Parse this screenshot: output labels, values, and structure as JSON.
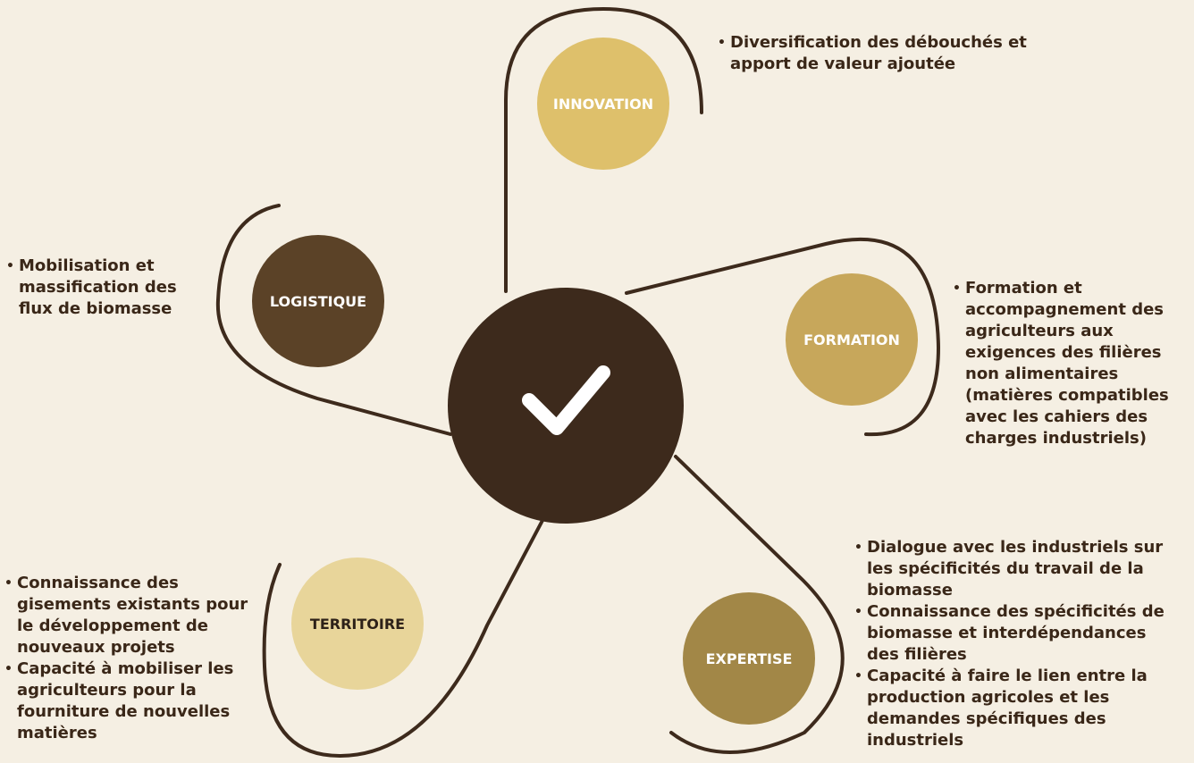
{
  "colors": {
    "background": "#f5efe3",
    "center_circle": "#3d2a1c",
    "line": "#3d2a1c",
    "innovation": "#dec06b",
    "logistique": "#5b4227",
    "formation": "#c7a75b",
    "territoire": "#e8d59a",
    "expertise": "#a28747",
    "text": "#3a2718"
  },
  "center": {
    "icon": "checkmark-icon"
  },
  "sections": {
    "innovation": {
      "label": "INNOVATION",
      "items": [
        "Diversification des débouchés et apport de valeur ajoutée"
      ]
    },
    "logistique": {
      "label": "LOGISTIQUE",
      "items": [
        "Mobilisation et massification des flux de biomasse"
      ]
    },
    "formation": {
      "label": "FORMATION",
      "items": [
        "Formation et accompagnement des agriculteurs aux exigences des filières non alimentaires (matières compatibles avec les cahiers des charges industriels)"
      ]
    },
    "territoire": {
      "label": "TERRITOIRE",
      "items": [
        "Connaissance des gisements existants pour le développement de nouveaux projets",
        "Capacité à mobiliser les agriculteurs pour la fourniture de nouvelles matières"
      ]
    },
    "expertise": {
      "label": "EXPERTISE",
      "items": [
        "Dialogue avec les industriels sur les spécificités du travail de la biomasse",
        "Connaissance des spécificités de biomasse et interdépendances des filières",
        "Capacité à faire le lien entre la production agricoles et les demandes spécifiques des industriels"
      ]
    }
  }
}
